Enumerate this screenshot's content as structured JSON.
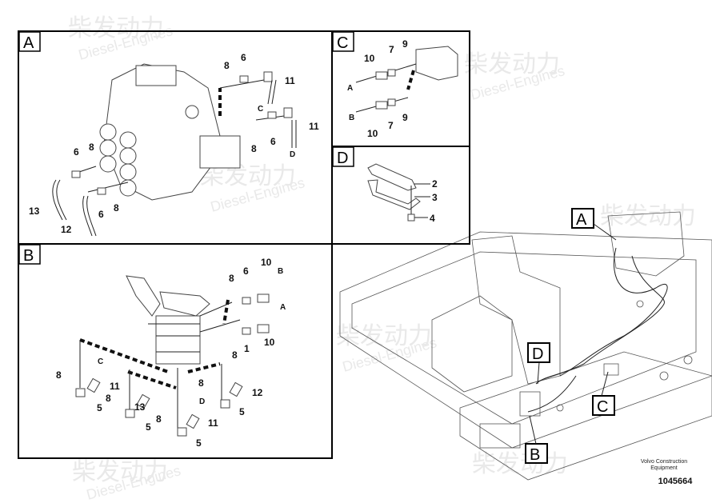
{
  "watermark": {
    "brand_cn": "柴发动力",
    "brand_en": "Diesel-Engines"
  },
  "panels": {
    "A": {
      "letter": "A",
      "labels": [
        "8",
        "6",
        "11",
        "C",
        "11",
        "D",
        "6",
        "8",
        "6",
        "8",
        "13",
        "12",
        "6",
        "8"
      ]
    },
    "B": {
      "letter": "B",
      "labels": [
        "10",
        "B",
        "8",
        "6",
        "A",
        "8",
        "1",
        "10",
        "C",
        "8",
        "11",
        "5",
        "8",
        "13",
        "5",
        "D",
        "8",
        "11",
        "5",
        "8",
        "12",
        "5"
      ]
    },
    "C": {
      "letter": "C",
      "labels": [
        "10",
        "7",
        "9",
        "A",
        "B",
        "10",
        "7",
        "9"
      ]
    },
    "D": {
      "letter": "D",
      "labels": [
        "2",
        "3",
        "4"
      ]
    }
  },
  "overview_callouts": [
    "A",
    "D",
    "C",
    "B"
  ],
  "footer": {
    "company": "Volvo Construction",
    "company_line2": "Equipment",
    "drawing_number": "1045664"
  }
}
